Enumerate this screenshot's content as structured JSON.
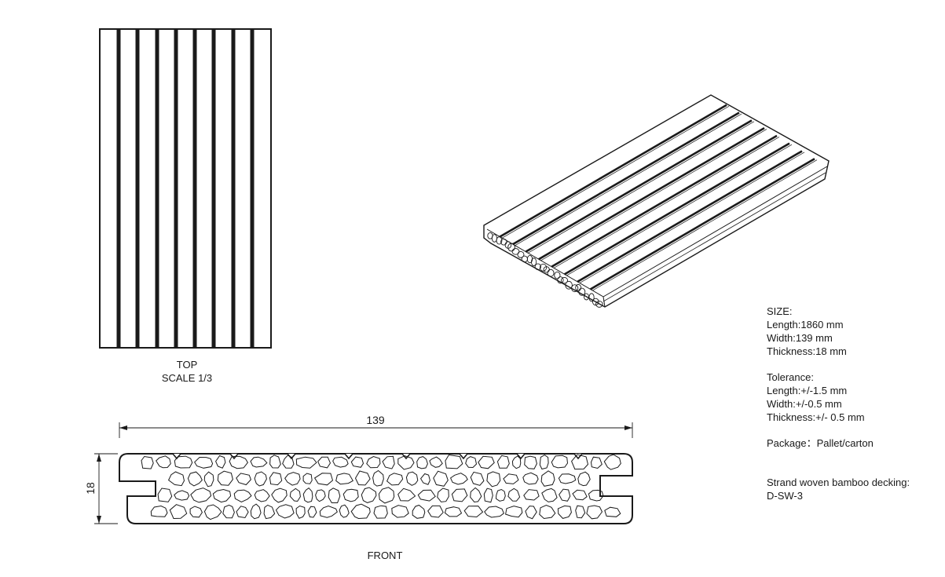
{
  "views": {
    "top_label": "TOP",
    "top_scale": "SCALE 1/3",
    "front_label": "FRONT"
  },
  "dimensions": {
    "width_label": "139",
    "thickness_label": "18"
  },
  "specs": {
    "size_heading": "SIZE:",
    "length": "Length:1860 mm",
    "width": "Width:139 mm",
    "thickness": "Thickness:18 mm",
    "tolerance_heading": "Tolerance:",
    "tol_length": "Length:+/-1.5 mm",
    "tol_width": "Width:+/-0.5 mm",
    "tol_thickness": "Thickness:+/- 0.5 mm",
    "package": "Package：Pallet/carton",
    "product_name": "Strand woven bamboo decking:",
    "product_code": "D-SW-3"
  },
  "colors": {
    "line": "#1a1a1a",
    "background": "#ffffff"
  }
}
